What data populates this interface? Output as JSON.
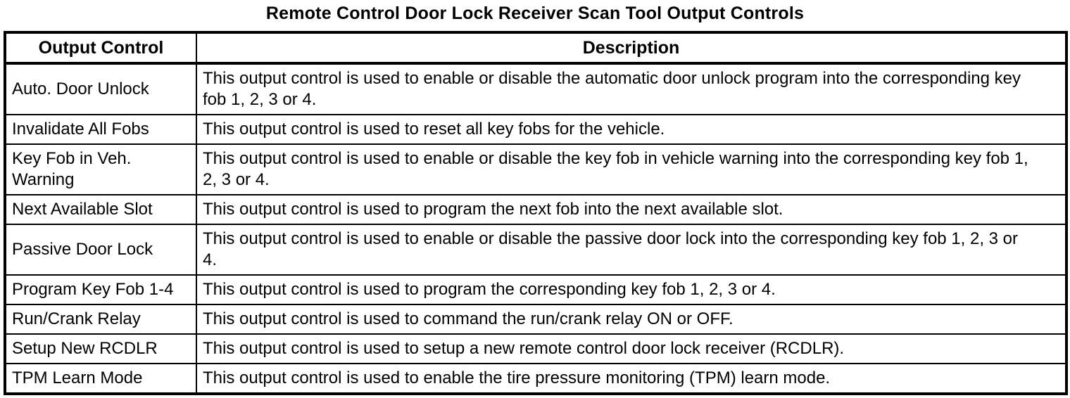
{
  "title": "Remote Control Door Lock Receiver Scan Tool Output Controls",
  "table": {
    "headers": [
      "Output Control",
      "Description"
    ],
    "rows": [
      {
        "control": "Auto. Door Unlock",
        "description": "This output control is used to enable or disable the automatic door unlock program into the corresponding key fob 1, 2, 3 or 4."
      },
      {
        "control": "Invalidate All Fobs",
        "description": "This output control is used to reset all key fobs for the vehicle."
      },
      {
        "control": "Key Fob in Veh. Warning",
        "description": "This output control is used to enable or disable the key fob in vehicle warning into the corresponding key fob 1, 2, 3 or 4."
      },
      {
        "control": "Next Available Slot",
        "description": "This output control is used to program the next fob into the next available slot."
      },
      {
        "control": "Passive Door Lock",
        "description": "This output control is used to enable or disable the passive door lock into the corresponding key fob 1, 2, 3 or 4."
      },
      {
        "control": "Program Key Fob 1-4",
        "description": "This output control is used to program the corresponding key fob 1, 2, 3 or 4."
      },
      {
        "control": "Run/Crank Relay",
        "description": "This output control is used to command the run/crank relay ON or OFF."
      },
      {
        "control": "Setup New RCDLR",
        "description": "This output control is used to setup a new remote control door lock receiver (RCDLR)."
      },
      {
        "control": "TPM Learn Mode",
        "description": "This output control is used to enable the tire pressure monitoring (TPM) learn mode."
      }
    ]
  },
  "colors": {
    "border": "#000000",
    "background": "#ffffff",
    "text": "#000000"
  }
}
